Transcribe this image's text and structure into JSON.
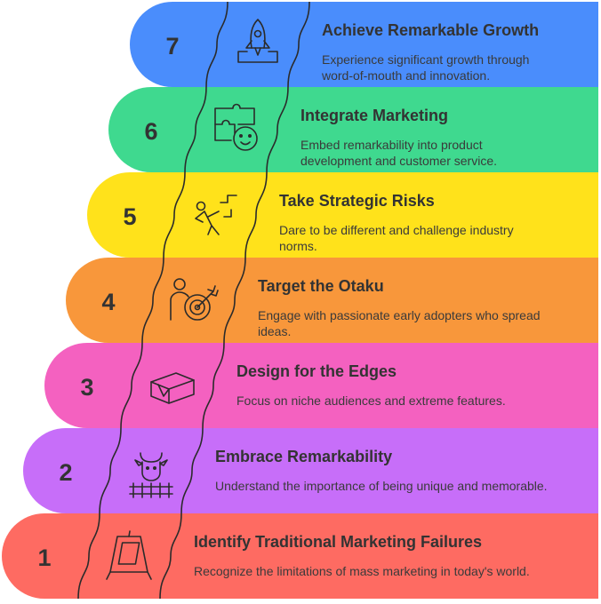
{
  "steps": [
    {
      "number": "1",
      "title": "Identify Traditional Marketing Failures",
      "description": [
        "Recognize the limitations of mass marketing in today's world."
      ],
      "color": "#fe6b62",
      "icon": "sign-board-icon"
    },
    {
      "number": "2",
      "title": "Embrace Remarkability",
      "description": [
        "Understand the importance of being unique and memorable."
      ],
      "color": "#c76ef9",
      "icon": "cow-fence-icon"
    },
    {
      "number": "3",
      "title": "Design for the Edges",
      "description": [
        "Focus on niche audiences and extreme features."
      ],
      "color": "#f461c0",
      "icon": "box-icon"
    },
    {
      "number": "4",
      "title": "Target the Otaku",
      "description": [
        "Engage with passionate early adopters who spread",
        "ideas."
      ],
      "color": "#f8973b",
      "icon": "person-target-icon"
    },
    {
      "number": "5",
      "title": "Take Strategic Risks",
      "description": [
        "Dare to be different and challenge industry",
        "norms."
      ],
      "color": "#ffe21b",
      "icon": "climbing-person-icon"
    },
    {
      "number": "6",
      "title": "Integrate Marketing",
      "description": [
        "Embed remarkability into product",
        "development and customer service."
      ],
      "color": "#3fd98f",
      "icon": "puzzle-face-icon"
    },
    {
      "number": "7",
      "title": "Achieve Remarkable Growth",
      "description": [
        "Experience significant growth through",
        "word-of-mouth and innovation."
      ],
      "color": "#4a8dfc",
      "icon": "rocket-icon"
    }
  ]
}
